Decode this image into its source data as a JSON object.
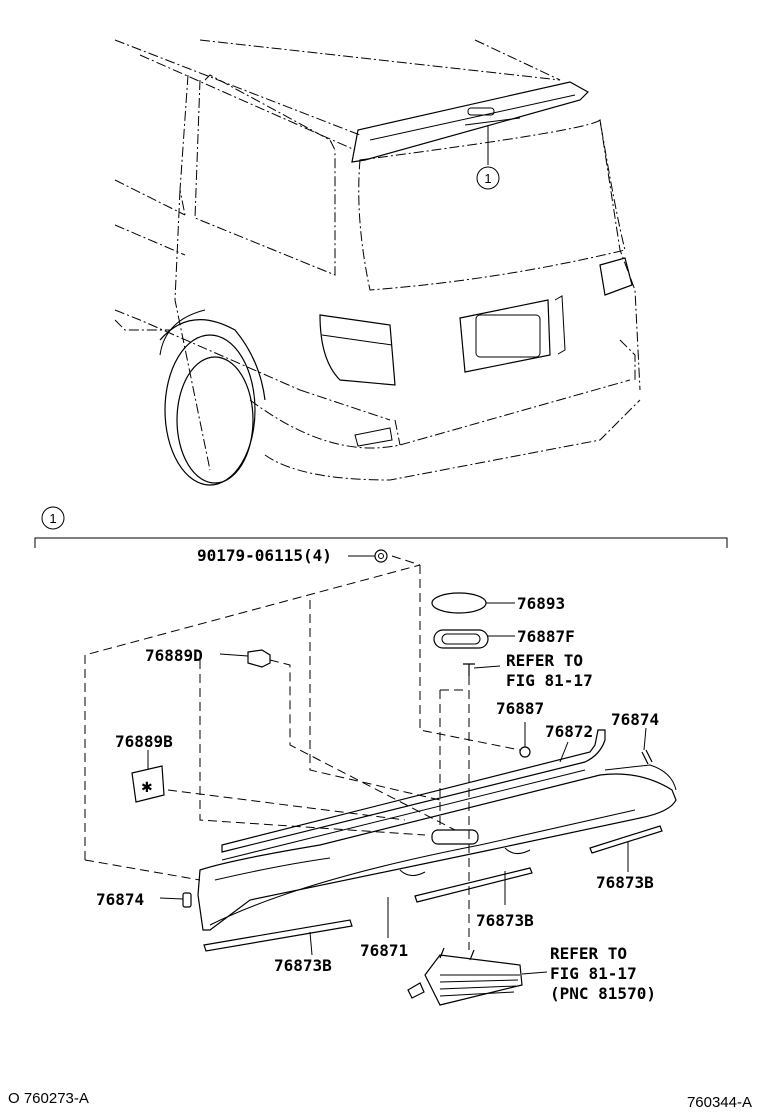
{
  "callout": {
    "number": "1"
  },
  "section": {
    "number": "1"
  },
  "parts": {
    "p90179": "90179-06115(4)",
    "p76893": "76893",
    "p76887F": "76887F",
    "p76889D": "76889D",
    "p76889B": "76889B",
    "p76887": "76887",
    "p76872": "76872",
    "p76874_right": "76874",
    "p76874_left": "76874",
    "p76873B_right": "76873B",
    "p76873B_center": "76873B",
    "p76873B_left": "76873B",
    "p76871": "76871"
  },
  "references": {
    "ref1_line1": "REFER TO",
    "ref1_line2": "FIG 81-17",
    "ref2_line1": "REFER TO",
    "ref2_line2": "FIG 81-17",
    "ref2_line3": "(PNC 81570)"
  },
  "footer": {
    "left": "O 760273-A",
    "right": "760344-A"
  }
}
